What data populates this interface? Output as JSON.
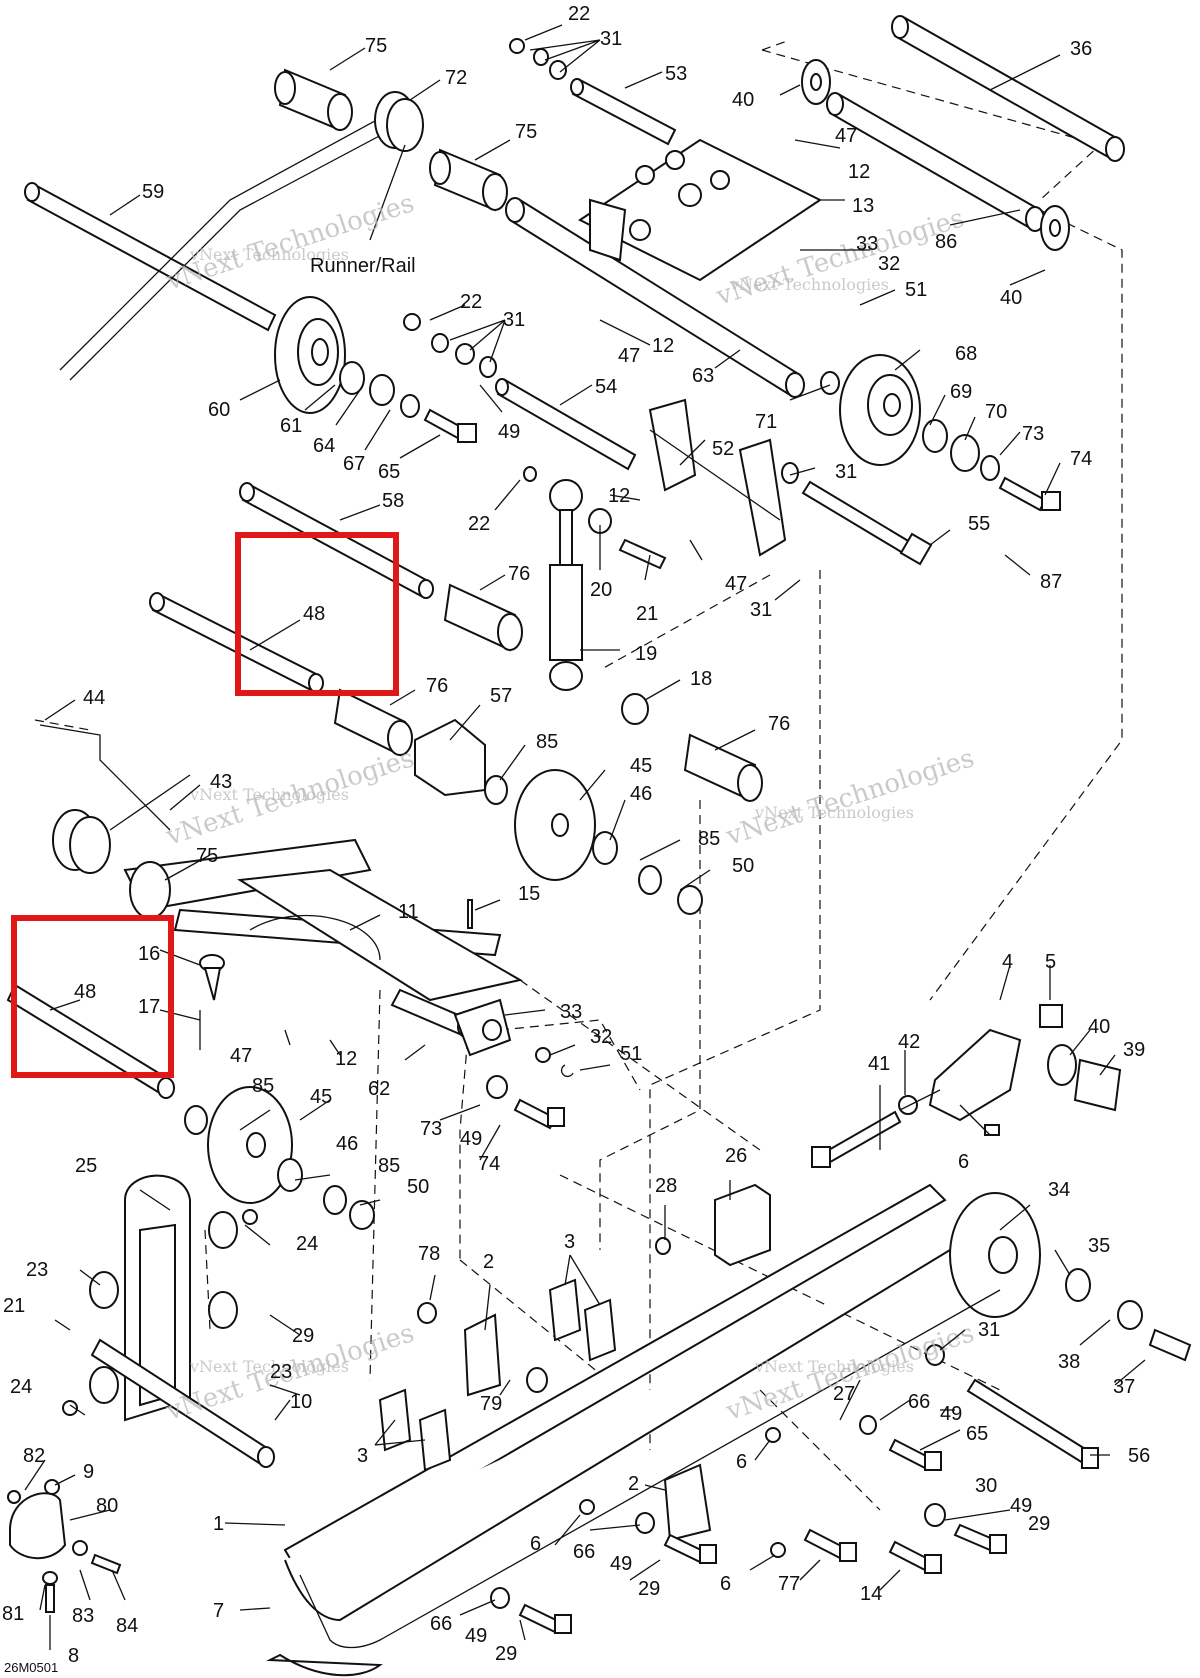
{
  "title": "Runner/Rail",
  "footer_code": "26M0501",
  "watermark": [
    "vNext Technologies",
    "vNext Technologies",
    "vNext Technologies"
  ],
  "callouts": [
    {
      "id": "22a",
      "text": "22"
    },
    {
      "id": "31a",
      "text": "31"
    },
    {
      "id": "53",
      "text": "53"
    },
    {
      "id": "36",
      "text": "36"
    },
    {
      "id": "40a",
      "text": "40"
    },
    {
      "id": "47a",
      "text": "47"
    },
    {
      "id": "12a",
      "text": "12"
    },
    {
      "id": "13",
      "text": "13"
    },
    {
      "id": "75a",
      "text": "75"
    },
    {
      "id": "72",
      "text": "72"
    },
    {
      "id": "75b",
      "text": "75"
    },
    {
      "id": "59",
      "text": "59"
    },
    {
      "id": "33a",
      "text": "33"
    },
    {
      "id": "32a",
      "text": "32"
    },
    {
      "id": "86",
      "text": "86"
    },
    {
      "id": "51a",
      "text": "51"
    },
    {
      "id": "40b",
      "text": "40"
    },
    {
      "id": "22b",
      "text": "22"
    },
    {
      "id": "31b",
      "text": "31"
    },
    {
      "id": "12b",
      "text": "12"
    },
    {
      "id": "47b",
      "text": "47"
    },
    {
      "id": "63",
      "text": "63"
    },
    {
      "id": "68",
      "text": "68"
    },
    {
      "id": "69",
      "text": "69"
    },
    {
      "id": "70",
      "text": "70"
    },
    {
      "id": "73a",
      "text": "73"
    },
    {
      "id": "71",
      "text": "71"
    },
    {
      "id": "60",
      "text": "60"
    },
    {
      "id": "61",
      "text": "61"
    },
    {
      "id": "64",
      "text": "64"
    },
    {
      "id": "67",
      "text": "67"
    },
    {
      "id": "65a",
      "text": "65"
    },
    {
      "id": "49a",
      "text": "49"
    },
    {
      "id": "54",
      "text": "54"
    },
    {
      "id": "52",
      "text": "52"
    },
    {
      "id": "31c",
      "text": "31"
    },
    {
      "id": "74a",
      "text": "74"
    },
    {
      "id": "58",
      "text": "58"
    },
    {
      "id": "22c",
      "text": "22"
    },
    {
      "id": "12c",
      "text": "12"
    },
    {
      "id": "55",
      "text": "55"
    },
    {
      "id": "87",
      "text": "87"
    },
    {
      "id": "47c",
      "text": "47"
    },
    {
      "id": "20",
      "text": "20"
    },
    {
      "id": "21a",
      "text": "21"
    },
    {
      "id": "76a",
      "text": "76"
    },
    {
      "id": "31d",
      "text": "31"
    },
    {
      "id": "48a",
      "text": "48"
    },
    {
      "id": "19",
      "text": "19"
    },
    {
      "id": "18",
      "text": "18"
    },
    {
      "id": "44",
      "text": "44"
    },
    {
      "id": "76b",
      "text": "76"
    },
    {
      "id": "57",
      "text": "57"
    },
    {
      "id": "76c",
      "text": "76"
    },
    {
      "id": "85a",
      "text": "85"
    },
    {
      "id": "45a",
      "text": "45"
    },
    {
      "id": "46a",
      "text": "46"
    },
    {
      "id": "43",
      "text": "43"
    },
    {
      "id": "75c",
      "text": "75"
    },
    {
      "id": "85b",
      "text": "85"
    },
    {
      "id": "50a",
      "text": "50"
    },
    {
      "id": "15",
      "text": "15"
    },
    {
      "id": "11",
      "text": "11"
    },
    {
      "id": "16",
      "text": "16"
    },
    {
      "id": "48b",
      "text": "48"
    },
    {
      "id": "17",
      "text": "17"
    },
    {
      "id": "33b",
      "text": "33"
    },
    {
      "id": "32b",
      "text": "32"
    },
    {
      "id": "51b",
      "text": "51"
    },
    {
      "id": "47d",
      "text": "47"
    },
    {
      "id": "12d",
      "text": "12"
    },
    {
      "id": "62",
      "text": "62"
    },
    {
      "id": "4",
      "text": "4"
    },
    {
      "id": "5",
      "text": "5"
    },
    {
      "id": "40c",
      "text": "40"
    },
    {
      "id": "39",
      "text": "39"
    },
    {
      "id": "85c",
      "text": "85"
    },
    {
      "id": "45b",
      "text": "45"
    },
    {
      "id": "73b",
      "text": "73"
    },
    {
      "id": "49b",
      "text": "49"
    },
    {
      "id": "74b",
      "text": "74"
    },
    {
      "id": "41",
      "text": "41"
    },
    {
      "id": "42",
      "text": "42"
    },
    {
      "id": "6a",
      "text": "6"
    },
    {
      "id": "46b",
      "text": "46"
    },
    {
      "id": "85d",
      "text": "85"
    },
    {
      "id": "50b",
      "text": "50"
    },
    {
      "id": "25",
      "text": "25"
    },
    {
      "id": "24a",
      "text": "24"
    },
    {
      "id": "26",
      "text": "26"
    },
    {
      "id": "28",
      "text": "28"
    },
    {
      "id": "34",
      "text": "34"
    },
    {
      "id": "23a",
      "text": "23"
    },
    {
      "id": "21b",
      "text": "21"
    },
    {
      "id": "29a",
      "text": "29"
    },
    {
      "id": "23b",
      "text": "23"
    },
    {
      "id": "78",
      "text": "78"
    },
    {
      "id": "2a",
      "text": "2"
    },
    {
      "id": "3a",
      "text": "3"
    },
    {
      "id": "35",
      "text": "35"
    },
    {
      "id": "31e",
      "text": "31"
    },
    {
      "id": "38",
      "text": "38"
    },
    {
      "id": "37",
      "text": "37"
    },
    {
      "id": "24b",
      "text": "24"
    },
    {
      "id": "10",
      "text": "10"
    },
    {
      "id": "79",
      "text": "79"
    },
    {
      "id": "3b",
      "text": "3"
    },
    {
      "id": "27",
      "text": "27"
    },
    {
      "id": "66a",
      "text": "66"
    },
    {
      "id": "49c",
      "text": "49"
    },
    {
      "id": "65b",
      "text": "65"
    },
    {
      "id": "56",
      "text": "56"
    },
    {
      "id": "82",
      "text": "82"
    },
    {
      "id": "9",
      "text": "9"
    },
    {
      "id": "80",
      "text": "80"
    },
    {
      "id": "6b",
      "text": "6"
    },
    {
      "id": "2b",
      "text": "2"
    },
    {
      "id": "30",
      "text": "30"
    },
    {
      "id": "49d",
      "text": "49"
    },
    {
      "id": "1",
      "text": "1"
    },
    {
      "id": "6c",
      "text": "6"
    },
    {
      "id": "66b",
      "text": "66"
    },
    {
      "id": "49e",
      "text": "49"
    },
    {
      "id": "29b",
      "text": "29"
    },
    {
      "id": "6d",
      "text": "6"
    },
    {
      "id": "77",
      "text": "77"
    },
    {
      "id": "14",
      "text": "14"
    },
    {
      "id": "29c",
      "text": "29"
    },
    {
      "id": "7",
      "text": "7"
    },
    {
      "id": "81",
      "text": "81"
    },
    {
      "id": "83",
      "text": "83"
    },
    {
      "id": "84",
      "text": "84"
    },
    {
      "id": "8",
      "text": "8"
    },
    {
      "id": "66c",
      "text": "66"
    },
    {
      "id": "49f",
      "text": "49"
    },
    {
      "id": "29d",
      "text": "29"
    }
  ],
  "highlights": [
    {
      "id": "hl-a",
      "callout": "48a",
      "color": "#e01818"
    },
    {
      "id": "hl-b",
      "callouts": [
        "16",
        "48b",
        "17"
      ],
      "color": "#e01818"
    }
  ]
}
